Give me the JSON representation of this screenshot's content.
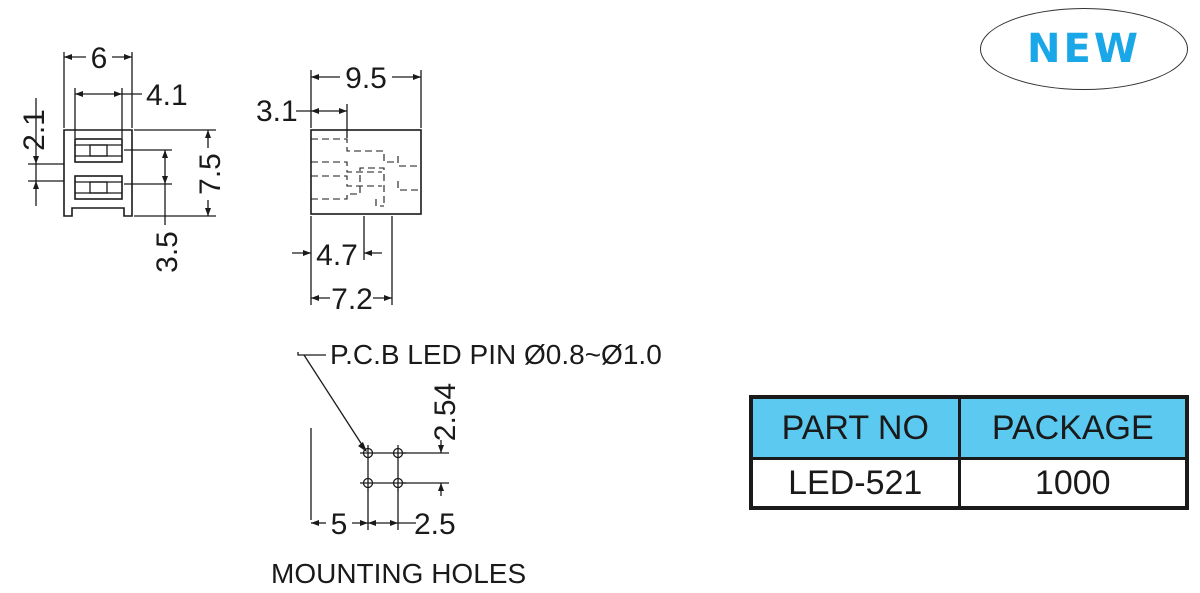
{
  "badge": {
    "text": "NEW",
    "color": "#1aa7e8"
  },
  "front_view": {
    "width": "6",
    "lens_spacing": "4.1",
    "lens_height": "2.1",
    "height": "7.5",
    "lower_offset": "3.5"
  },
  "side_view": {
    "depth": "9.5",
    "top_offset": "3.1",
    "pin_offset": "4.7",
    "pin_depth": "7.2"
  },
  "pcb": {
    "pin_note": "P.C.B  LED  PIN  Ø0.8~Ø1.0",
    "vertical_pitch": "2.54",
    "edge_offset": "5",
    "horizontal_pitch": "2.5",
    "caption": "MOUNTING  HOLES"
  },
  "table": {
    "header_color": "#5ccaf0",
    "headers": [
      "PART NO",
      "PACKAGE"
    ],
    "rows": [
      [
        "LED-521",
        "1000"
      ]
    ]
  }
}
